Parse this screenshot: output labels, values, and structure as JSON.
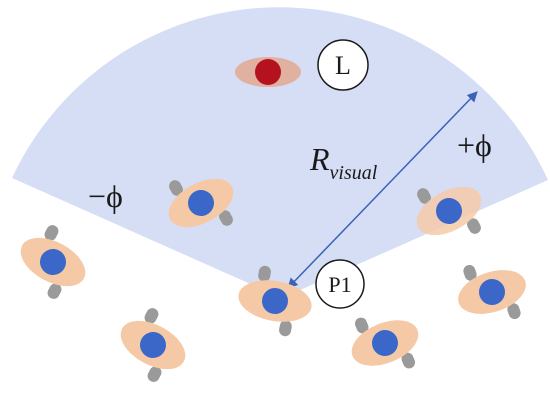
{
  "labels": {
    "leader": "L",
    "pedestrian": "P1",
    "radius_main": "R",
    "radius_sub": "visual",
    "angle_pos": "+ϕ",
    "angle_neg": "−ϕ"
  },
  "colors": {
    "sector_fill": "#d5def5",
    "body_fill": "#f5c9a6",
    "head_fill": "#3a67c8",
    "foot_fill": "#9a9a9a",
    "leader_head": "#b3121e",
    "leader_body": "#e0b0a0",
    "arrow": "#3a62b8"
  },
  "agents": [
    {
      "id": "agent-left-1"
    },
    {
      "id": "agent-left-2"
    },
    {
      "id": "agent-upper-left"
    },
    {
      "id": "agent-p1"
    },
    {
      "id": "agent-bottom-middle"
    },
    {
      "id": "agent-right-inside"
    },
    {
      "id": "agent-right"
    },
    {
      "id": "agent-bottom-right"
    }
  ]
}
